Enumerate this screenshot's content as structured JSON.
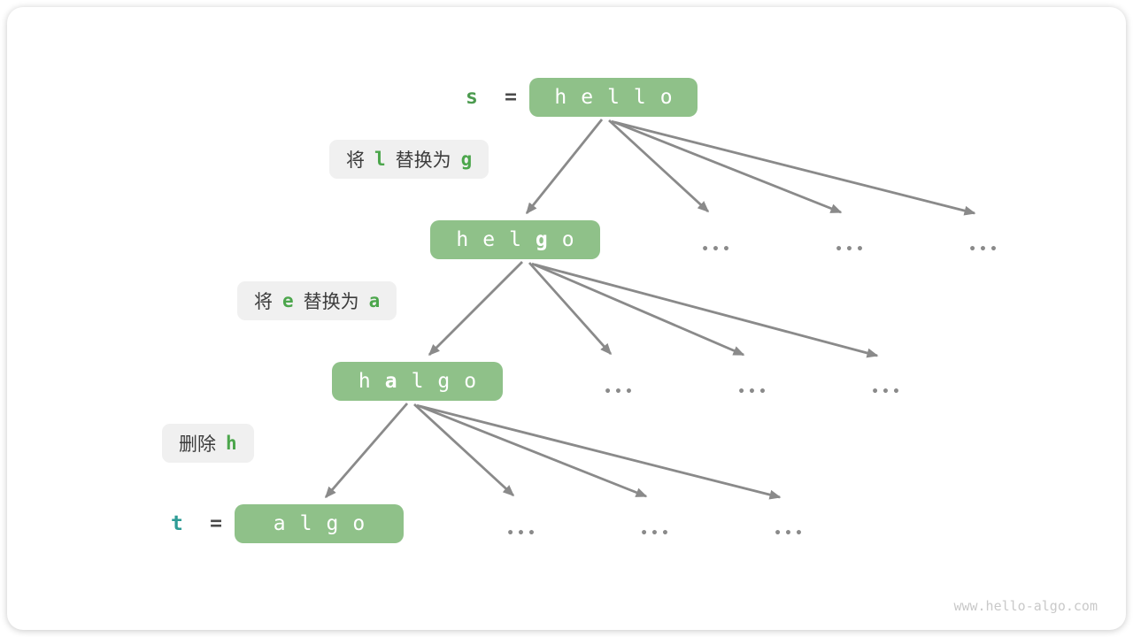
{
  "figure": {
    "description": "Edit distance example: transforming string s = hello into t = algo",
    "watermark": "www.hello-algo.com"
  },
  "ellipsis": "•••",
  "nodes": [
    {
      "var": "s",
      "eq": "=",
      "chars": [
        "h",
        "e",
        "l",
        "l",
        "o"
      ]
    },
    {
      "chars": [
        "h",
        "e",
        "l",
        "g",
        "o"
      ],
      "bold_char": "g"
    },
    {
      "chars": [
        "h",
        "a",
        "l",
        "g",
        "o"
      ],
      "bold_char": "a"
    },
    {
      "var": "t",
      "eq": "=",
      "chars": [
        "a",
        "l",
        "g",
        "o"
      ]
    }
  ],
  "operations": [
    {
      "pre": "将",
      "code1": "l",
      "mid": "替换为",
      "code2": "g"
    },
    {
      "pre": "将",
      "code1": "e",
      "mid": "替换为",
      "code2": "a"
    },
    {
      "pre": "删除",
      "code1": "h"
    }
  ],
  "colors": {
    "node_green": "#8FC189",
    "code_green": "#4CA64C",
    "var_s_green": "#4C9B4F",
    "var_t_teal": "#2E9C96",
    "label_bg": "#F0F0F0",
    "text_dark": "#3C3C3C",
    "arrow_gray": "#8A8A8A",
    "watermark_gray": "#C9C9C9"
  }
}
